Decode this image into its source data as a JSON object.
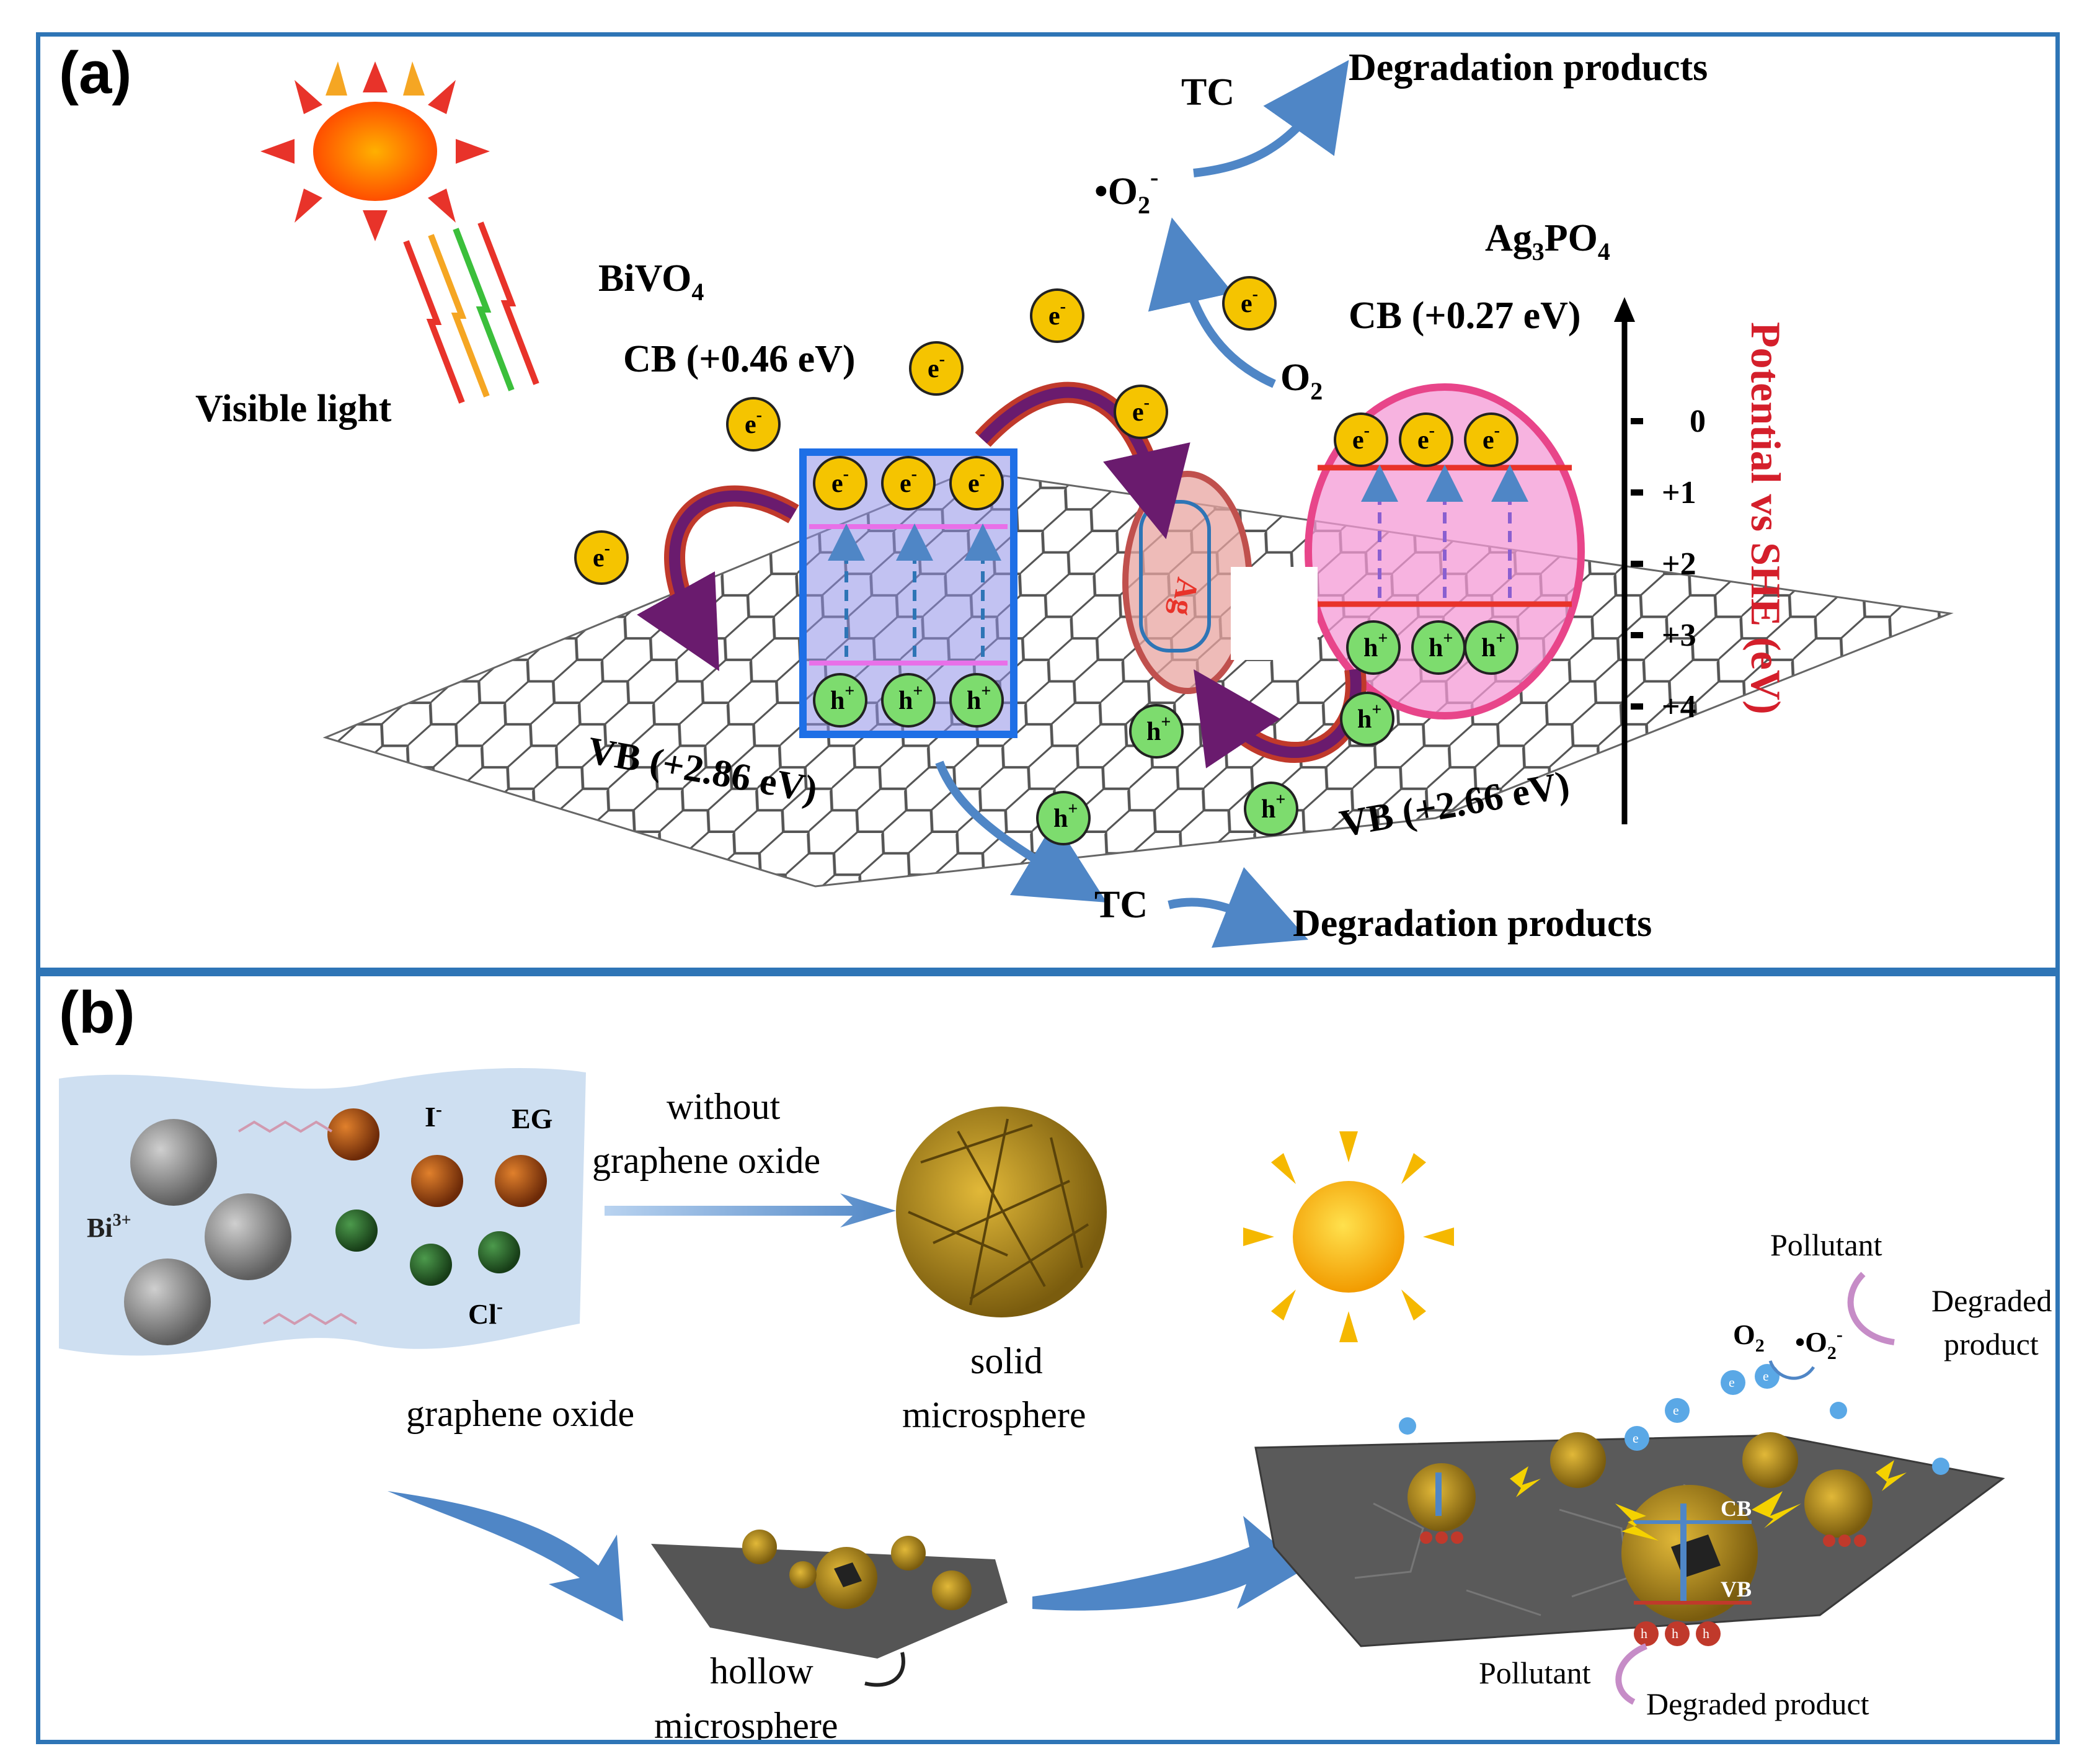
{
  "panel_a": {
    "label": "(a)",
    "visible_light": "Visible light",
    "bivo4": {
      "name": "BiVO",
      "sub": "4",
      "cb": "CB (+0.46 eV)",
      "vb": "VB (+2.86 eV)"
    },
    "ag3po4": {
      "name_pre": "Ag",
      "sub1": "3",
      "name_mid": "PO",
      "sub2": "4",
      "cb": "CB (+0.27 eV)",
      "vb": "VB (+2.66 eV)"
    },
    "ag_label": "Ag",
    "electron": "e",
    "electron_sup": "-",
    "hole": "h",
    "hole_sup": "+",
    "o2": "O",
    "o2_sub": "2",
    "superoxide": "•O",
    "superoxide_sub": "2",
    "superoxide_sup": "-",
    "tc": "TC",
    "degradation_products": "Degradation products",
    "axis_title": "Potential vs SHE (eV)",
    "axis_ticks": [
      "0",
      "+1",
      "+2",
      "+3",
      "+4"
    ]
  },
  "panel_b": {
    "label": "(b)",
    "bi": "Bi",
    "bi_sup": "3+",
    "iodide": "I",
    "iodide_sup": "-",
    "eg": "EG",
    "chloride": "Cl",
    "chloride_sup": "-",
    "without_go_1": "without",
    "without_go_2": "graphene oxide",
    "solid_1": "solid",
    "solid_2": "microsphere",
    "graphene_oxide": "graphene oxide",
    "hollow_1": "hollow",
    "hollow_2": "microsphere",
    "pollutant": "Pollutant",
    "degraded_1": "Degraded",
    "degraded_2": "product",
    "degraded_product": "Degraded product",
    "o2": "O",
    "o2_sub": "2",
    "superoxide": "•O",
    "superoxide_sub": "2",
    "superoxide_sup": "-",
    "cb": "CB",
    "vb": "VB",
    "e_small": "e",
    "h_small": "h"
  },
  "colors": {
    "frame": "#2e75b6",
    "bivo4_box": "#1e6fe6",
    "ag3po4_ellipse": "#e8458a",
    "ag_ellipse": "#c0504d",
    "electron_fill": "#f5c400",
    "hole_fill": "#7ddc6e",
    "axis_title": "#d41f2b",
    "arrow_blue": "#4f86c6",
    "red_purple_arrow": "#c0392b"
  }
}
